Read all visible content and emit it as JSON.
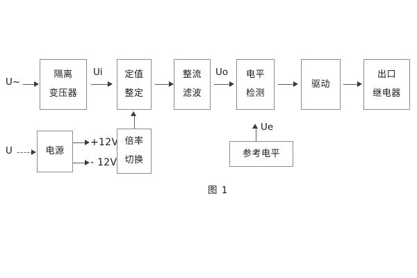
{
  "figure": {
    "caption": "图 1",
    "colors": {
      "background": "#ffffff",
      "box_border": "#8a8a8a",
      "line": "#5a5a5a",
      "text": "#1a1a1a",
      "arrow_head": "#3c3c3c"
    }
  },
  "blocks": {
    "isolation_transformer": {
      "line1": "隔离",
      "line2": "变压器"
    },
    "setpoint": {
      "line1": "定值",
      "line2": "整定"
    },
    "rectify_filter": {
      "line1": "整流",
      "line2": "滤波"
    },
    "level_detect": {
      "line1": "电平",
      "line2": "检测"
    },
    "drive": {
      "line1": "驱动",
      "line2": ""
    },
    "output_relay": {
      "line1": "出口",
      "line2": "继电器"
    },
    "power_supply": {
      "line1": "电源",
      "line2": ""
    },
    "multiplier_switch": {
      "line1": "倍率",
      "line2": "切换"
    },
    "reference_level": {
      "line1": "参考电平",
      "line2": ""
    }
  },
  "signals": {
    "ac_input": "U~",
    "dc_input": "U",
    "ui": "Ui",
    "uo": "Uo",
    "ue": "Ue",
    "rail_positive": "+12V",
    "rail_negative": "- 12V"
  }
}
